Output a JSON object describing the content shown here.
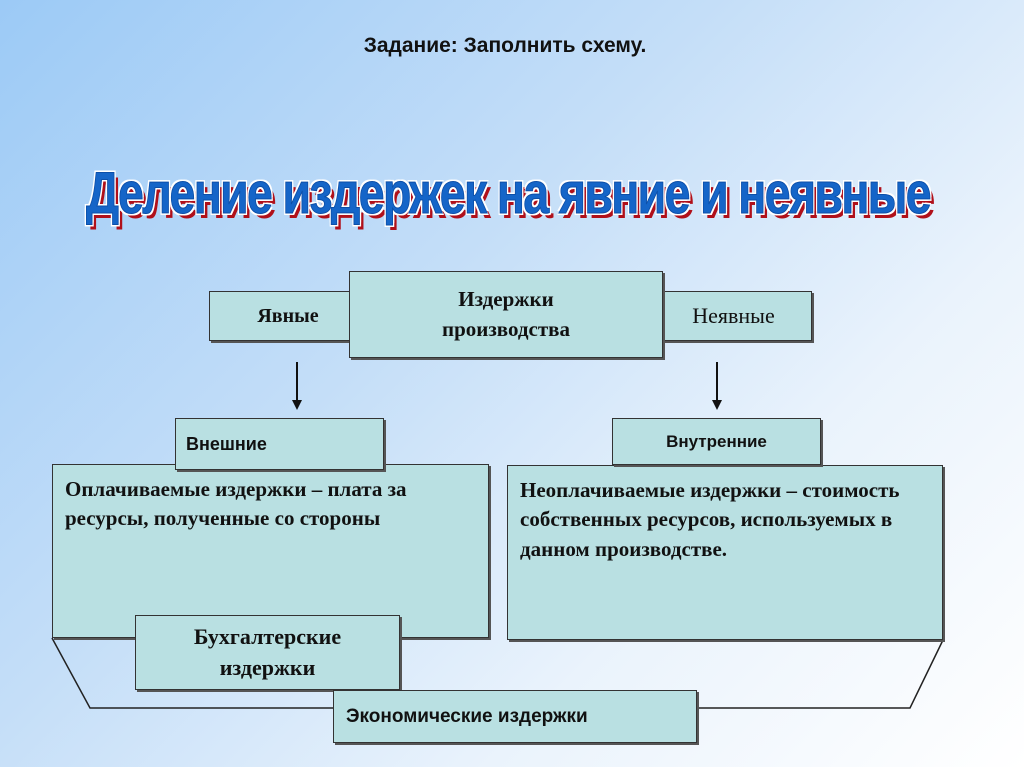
{
  "subtitle": "Задание: Заполнить схему.",
  "title": "Деление издержек на явние и неявные",
  "diagram": {
    "center": "Издержки производства",
    "explicit": "Явные",
    "implicit": "Неявные",
    "external": "Внешние",
    "internal": "Внутренние",
    "paid": "Оплачиваемые издержки – плата за ресурсы, полученные со стороны",
    "unpaid": "Неоплачиваемые издержки – стоимость собственных ресурсов, используемых в данном производстве.",
    "accounting": "Бухгалтерские издержки",
    "economic": "Экономические издержки"
  }
}
